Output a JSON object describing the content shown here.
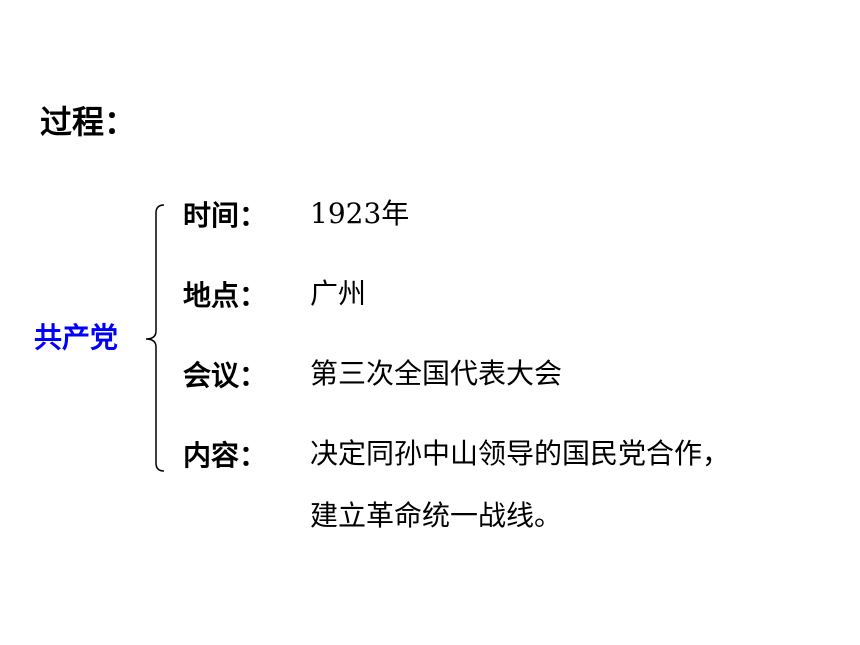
{
  "title": "过程：",
  "subject": "共产党",
  "colors": {
    "subject": "#0000ff",
    "text": "#000000",
    "brace": "#000000"
  },
  "items": [
    {
      "label": "时间：",
      "value": "1923年"
    },
    {
      "label": "地点：",
      "value": "广州"
    },
    {
      "label": "会议：",
      "value": "第三次全国代表大会"
    },
    {
      "label": "内容：",
      "value": "决定同孙中山领导的国民党合作，",
      "value_line2": "建立革命统一战线。"
    }
  ]
}
